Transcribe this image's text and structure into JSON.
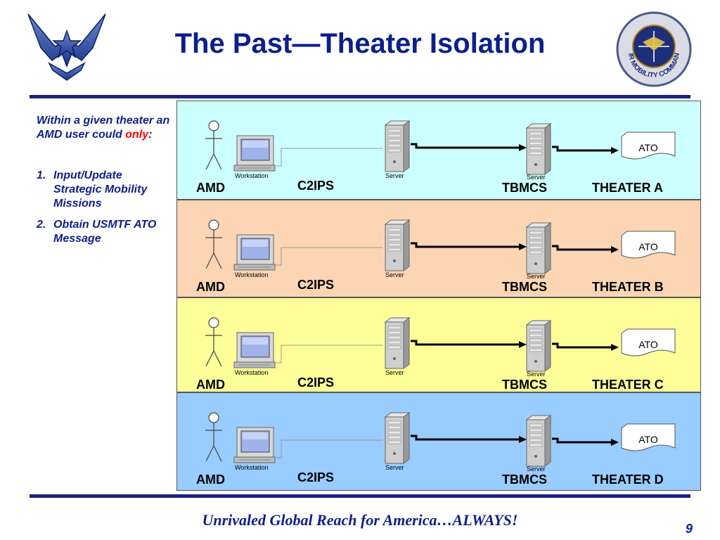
{
  "slide": {
    "title": "The Past—Theater Isolation",
    "intro_prefix": "Within a given theater an AMD user could ",
    "intro_emphasis": "only",
    "intro_suffix": ":",
    "list": [
      {
        "num": "1.",
        "text": "Input/Update Strategic Mobility Missions"
      },
      {
        "num": "2.",
        "text": "Obtain USMTF ATO Message"
      }
    ],
    "footer": "Unrivaled Global Reach for America…ALWAYS!",
    "page_number": "9"
  },
  "theaters": [
    {
      "name": "THEATER A",
      "color": "#ccffff",
      "amd": "AMD",
      "c2ips": "C2IPS",
      "tbmcs": "TBMCS",
      "doc": "ATO",
      "workstation": "Workstation",
      "server1": "Server",
      "server2": "Server"
    },
    {
      "name": "THEATER B",
      "color": "#fcd5b4",
      "amd": "AMD",
      "c2ips": "C2IPS",
      "tbmcs": "TBMCS",
      "doc": "ATO",
      "workstation": "Workstation",
      "server1": "Server",
      "server2": "Server"
    },
    {
      "name": "THEATER C",
      "color": "#ffff99",
      "amd": "AMD",
      "c2ips": "C2IPS",
      "tbmcs": "TBMCS",
      "doc": "ATO",
      "workstation": "Workstation",
      "server1": "Server",
      "server2": "Server"
    },
    {
      "name": "THEATER D",
      "color": "#99ccff",
      "amd": "AMD",
      "c2ips": "C2IPS",
      "tbmcs": "TBMCS",
      "doc": "ATO",
      "workstation": "Workstation",
      "server1": "Server",
      "server2": "Server"
    }
  ],
  "icons": {
    "left_logo": "air-force-wings-icon",
    "right_logo": "air-mobility-command-seal-icon",
    "seal_text": "AIR MOBILITY COMMAND"
  },
  "colors": {
    "brand_blue": "#0d1f8c",
    "emphasis_red": "#ff0000"
  }
}
